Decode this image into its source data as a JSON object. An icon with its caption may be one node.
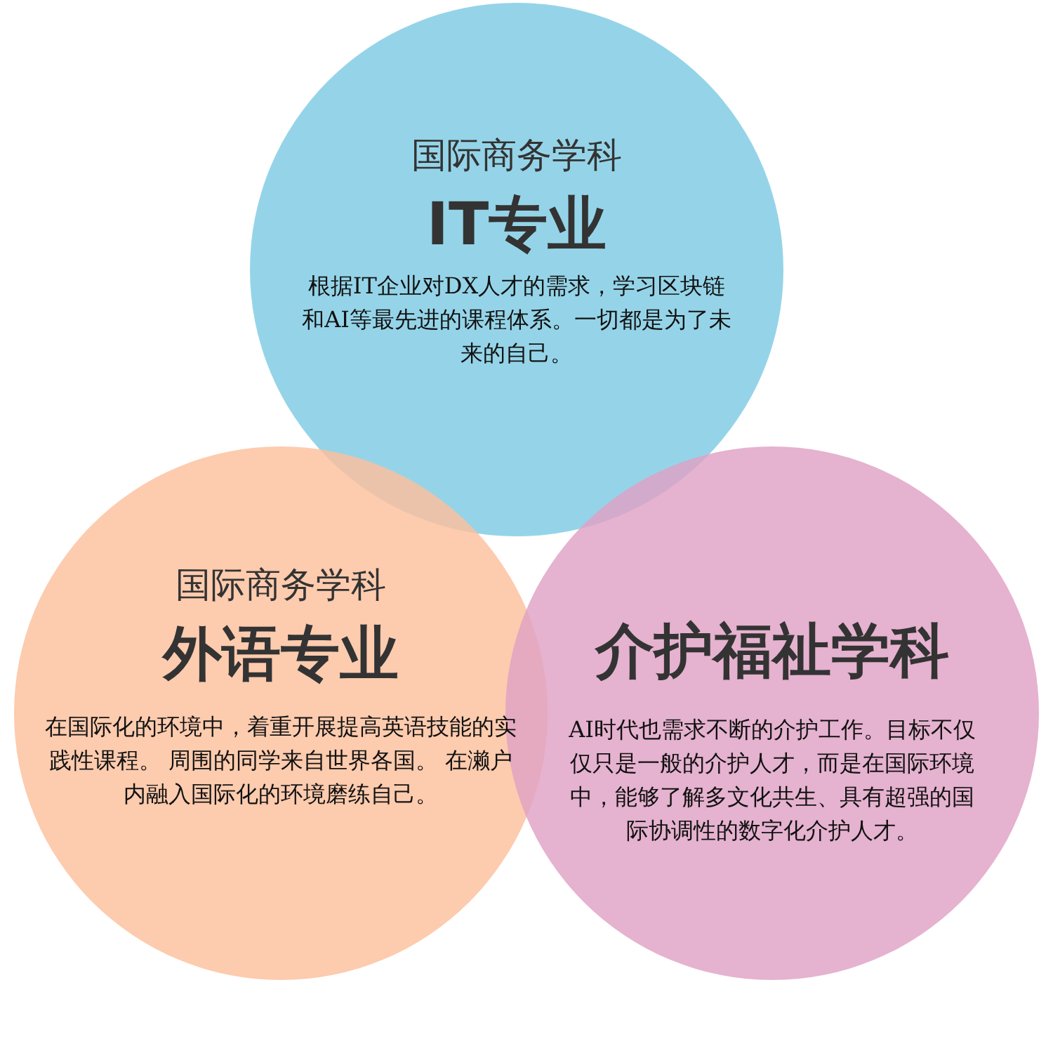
{
  "diagram": {
    "nodes": [
      {
        "text": [
          "国际商务学科",
          "IT专业",
          "根据IT企业对DX人才的需求，学习区块链和AI等最先进的课程体系。一切都是为了未来的自己。"
        ]
      },
      {
        "text": [
          "国际商务学科",
          "外语专业",
          "在国际化的环境中，着重开展提高英语技能的实践性课程。 周围的同学来自世界各国。 在濑户内融入国际化的环境磨练自己。"
        ]
      },
      {
        "text": [
          "介护福祉学科",
          "AI时代也需求不断的介护工作。目标不仅仅只是一般的介护人才，而是在国际环境中，能够了解多文化共生、具有超强的国际协调性的数字化介护人才。"
        ]
      }
    ]
  }
}
